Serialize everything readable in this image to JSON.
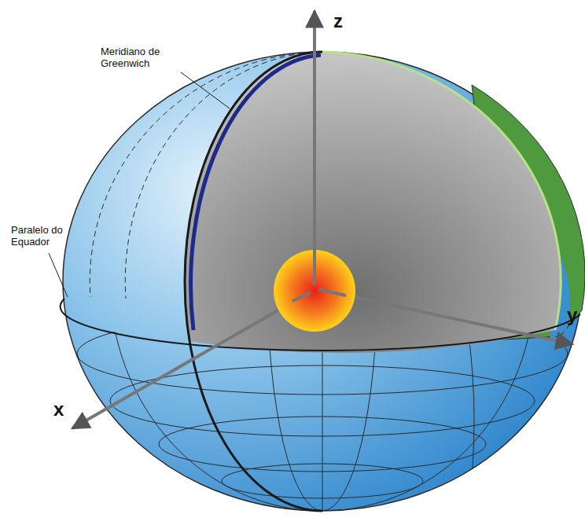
{
  "diagram": {
    "labels": [
      "Meridiano de Greenwich",
      "Paralelo do Equador",
      "z",
      "x",
      "y"
    ]
  }
}
